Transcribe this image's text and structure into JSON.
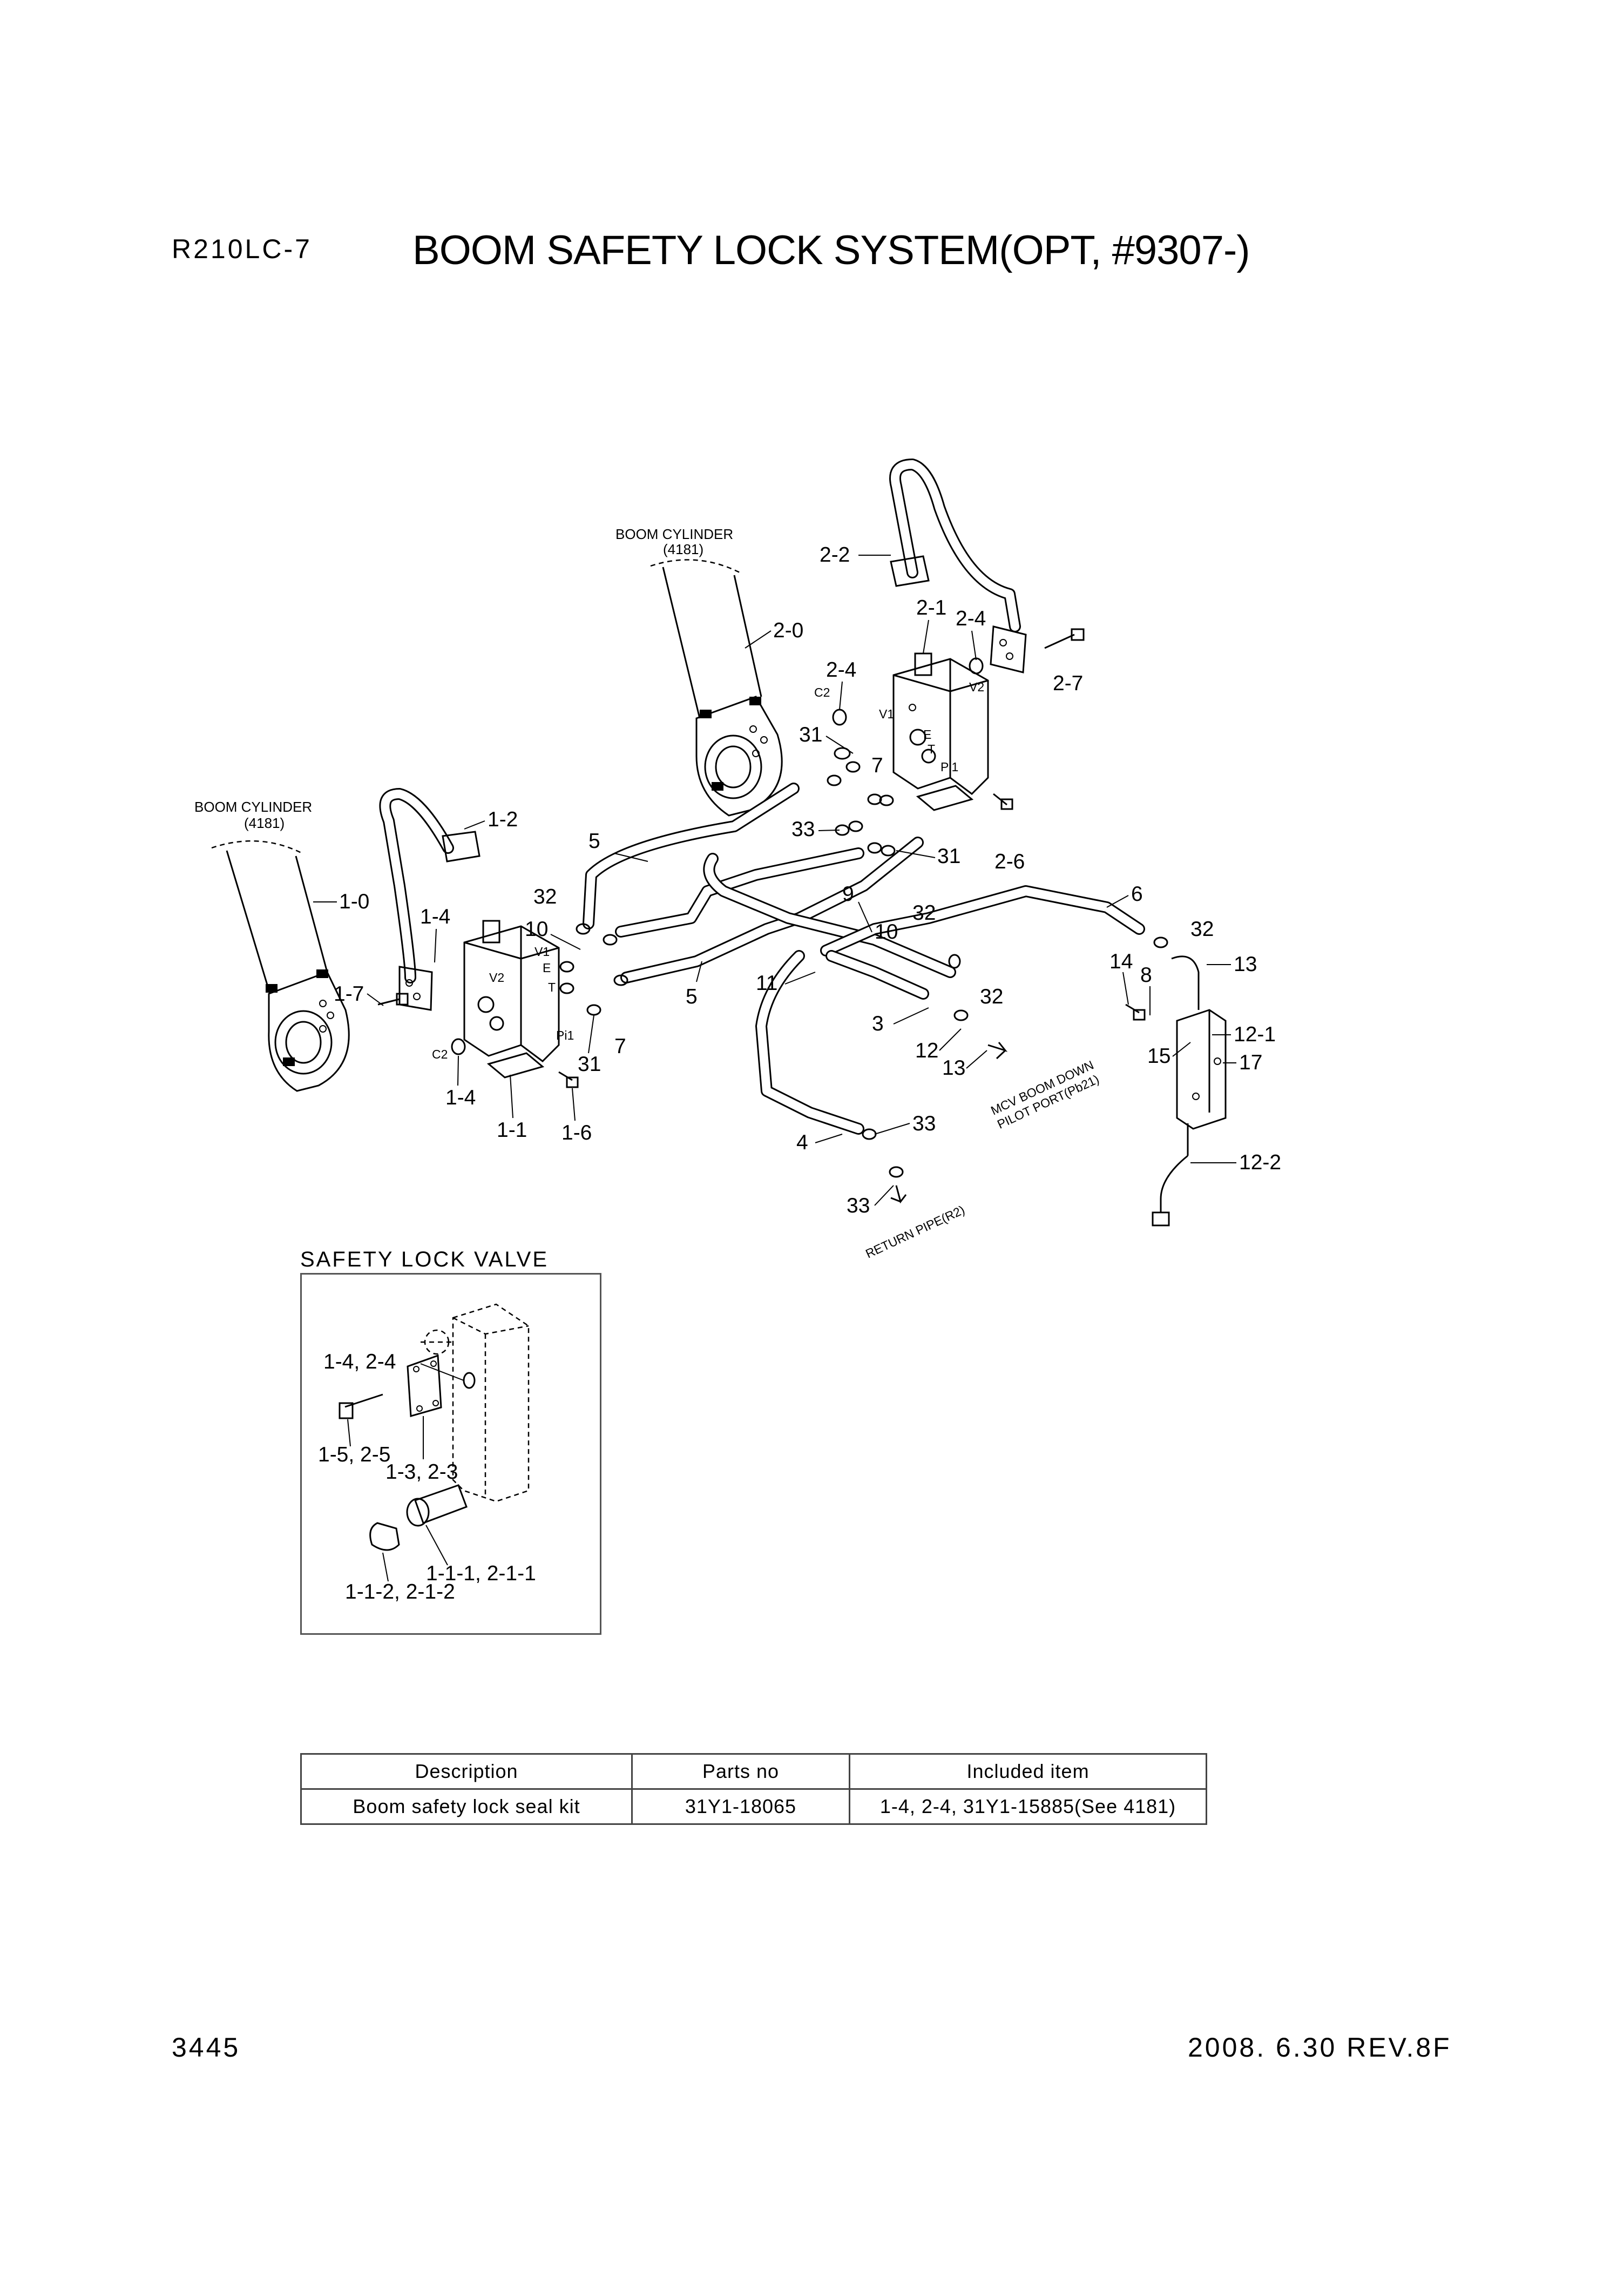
{
  "header": {
    "model": "R210LC-7",
    "title": "BOOM SAFETY LOCK SYSTEM(OPT, #9307-)"
  },
  "notes": {
    "boom_cylinder_right": "BOOM CYLINDER",
    "boom_cylinder_right_ref": "(4181)",
    "boom_cylinder_left": "BOOM CYLINDER",
    "boom_cylinder_left_ref": "(4181)",
    "mcv_line1": "MCV BOOM DOWN",
    "mcv_line2": "PILOT PORT(Pb21)",
    "return_pipe": "RETURN PIPE(R2)"
  },
  "port_labels": [
    "C2",
    "V1",
    "V2",
    "E",
    "T",
    "Pi1",
    "C2",
    "V1",
    "V2",
    "E",
    "T",
    "Pi1"
  ],
  "callouts": [
    "2-2",
    "2-1",
    "2-4",
    "2-0",
    "2-4",
    "2-7",
    "31",
    "7",
    "33",
    "31",
    "2-6",
    "9",
    "32",
    "1-2",
    "5",
    "32",
    "10",
    "10",
    "6",
    "32",
    "1-4",
    "1-0",
    "14",
    "8",
    "13",
    "11",
    "5",
    "32",
    "12-1",
    "1-7",
    "3",
    "31",
    "7",
    "12",
    "15",
    "17",
    "13",
    "1-4",
    "1-1",
    "1-6",
    "33",
    "4",
    "12-2",
    "33"
  ],
  "inset": {
    "title": "SAFETY LOCK VALVE",
    "labels": [
      "1-4, 2-4",
      "1-5, 2-5",
      "1-3, 2-3",
      "1-1-1, 2-1-1",
      "1-1-2, 2-1-2"
    ]
  },
  "parts_table": {
    "headers": [
      "Description",
      "Parts no",
      "Included item"
    ],
    "rows": [
      [
        "Boom safety lock seal kit",
        "31Y1-18065",
        "1-4, 2-4, 31Y1-15885(See 4181)"
      ]
    ]
  },
  "footer": {
    "page": "3445",
    "revision": "2008. 6.30  REV.8F"
  }
}
